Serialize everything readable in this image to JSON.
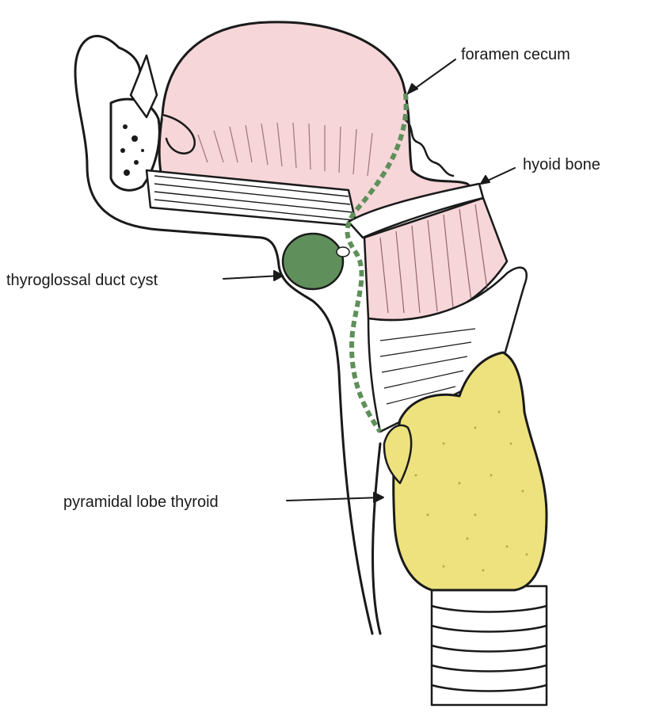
{
  "diagram": {
    "labels": {
      "foramen_cecum": "foramen cecum",
      "hyoid_bone": "hyoid bone",
      "thyroglossal_duct_cyst": "thyroglossal duct cyst",
      "pyramidal_lobe_thyroid": "pyramidal lobe thyroid"
    },
    "colors": {
      "tongue": "#f6d6d8",
      "muscle_stripes": "#7a4a55",
      "duct_and_cyst": "#5f8f5a",
      "thyroid": "#ede27e",
      "outline": "#1a1a1a"
    }
  }
}
